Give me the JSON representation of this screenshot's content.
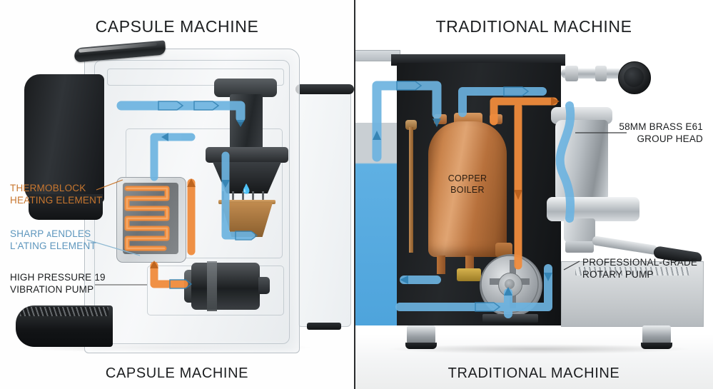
{
  "figure": {
    "left_title": "CAPSULE MACHINE",
    "right_title": "TRADITIONAL MACHINE",
    "left_caption": "CAPSULE MACHINE",
    "right_caption": "TRADITIONAL MACHINE"
  },
  "colors": {
    "cold_water_flow": "#6cb3e0",
    "hot_water_flow": "#ef8b3c",
    "copper": "#c0803f",
    "label_orange": "#c8772f",
    "label_blue": "#5d96bd",
    "label_dark": "#1b1d1f",
    "divider": "#2a2c2e",
    "background": "#ffffff"
  },
  "left_panel": {
    "callouts": [
      {
        "id": "thermoblock",
        "color_key": "label_orange",
        "line1": "THERMOBLOCK",
        "line2": "HEATING ELEMENT"
      },
      {
        "id": "heating-element-secondary",
        "color_key": "label_blue",
        "line1": "SHARP ᴀENDLES",
        "line2": "L'ATING ELEMENT"
      },
      {
        "id": "vibration-pump",
        "color_key": "label_dark",
        "line1": "HIGH PRESSURE 19",
        "line2": "VIBRATION PUMP"
      }
    ]
  },
  "right_panel": {
    "boiler_label": {
      "line1": "COPPER",
      "line2": "BOILER"
    },
    "callouts": [
      {
        "id": "group-head",
        "color_key": "label_dark",
        "align": "right",
        "line1": "58MM BRASS E61",
        "line2": "GROUP HEAD"
      },
      {
        "id": "rotary-pump",
        "color_key": "label_dark",
        "align": "left",
        "line1": "PROFESSIONAL-GRADE",
        "line2": "ROTARY PUMP"
      }
    ]
  },
  "icons": {
    "water_drop": "💧"
  }
}
